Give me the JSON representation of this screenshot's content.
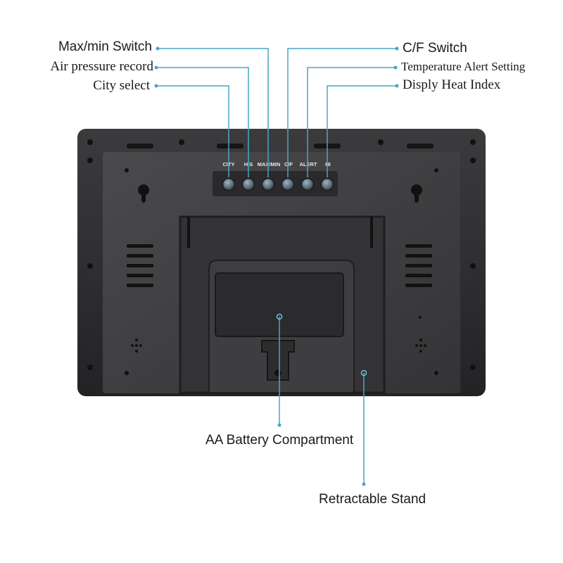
{
  "callouts": {
    "max_min_switch": "Max/min Switch",
    "air_pressure_record": "Air pressure record",
    "city_select": "City select",
    "cf_switch": "C/F Switch",
    "temperature_alert_setting": "Temperature Alert Setting",
    "display_heat_index": "Disply Heat Index",
    "battery_compartment": "AA Battery Compartment",
    "retractable_stand": "Retractable Stand"
  },
  "buttons": {
    "city": "CITY",
    "his": "HIS",
    "maxmin": "MAX/MIN",
    "cf": "C/F",
    "alert": "ALERT",
    "hi": "HI"
  },
  "colors": {
    "callout_line": "#4aa6c4",
    "device_body": "#2c2c2e",
    "device_panel": "#3a3a3c",
    "button": "#5c6f7c"
  }
}
